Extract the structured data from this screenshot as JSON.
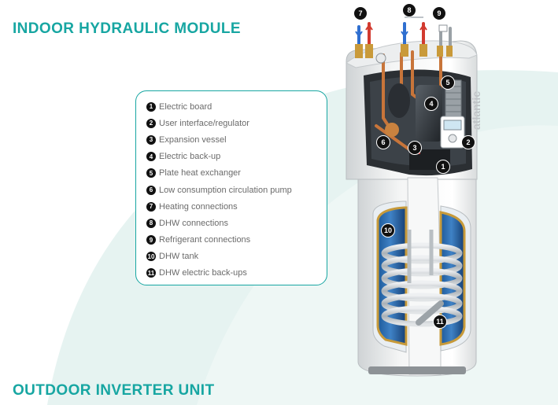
{
  "headings": {
    "indoor": "INDOOR HYDRAULIC MODULE",
    "outdoor": "OUTDOOR INVERTER UNIT"
  },
  "legend": [
    {
      "num": "1",
      "label": "Electric board"
    },
    {
      "num": "2",
      "label": "User interface/regulator"
    },
    {
      "num": "3",
      "label": "Expansion vessel"
    },
    {
      "num": "4",
      "label": "Electric back-up"
    },
    {
      "num": "5",
      "label": "Plate heat exchanger"
    },
    {
      "num": "6",
      "label": "Low consumption circulation pump"
    },
    {
      "num": "7",
      "label": "Heating connections"
    },
    {
      "num": "8",
      "label": "DHW connections"
    },
    {
      "num": "9",
      "label": "Refrigerant connections"
    },
    {
      "num": "10",
      "label": "DHW tank"
    },
    {
      "num": "11",
      "label": "DHW electric back-ups"
    }
  ],
  "callouts": [
    "7",
    "8",
    "9",
    "5",
    "4",
    "6",
    "3",
    "2",
    "1",
    "10",
    "11"
  ],
  "brand": "atlantic",
  "colors": {
    "accent": "#17a6a2",
    "background_swoosh": "#e3f1ef",
    "callout": "#111111"
  }
}
